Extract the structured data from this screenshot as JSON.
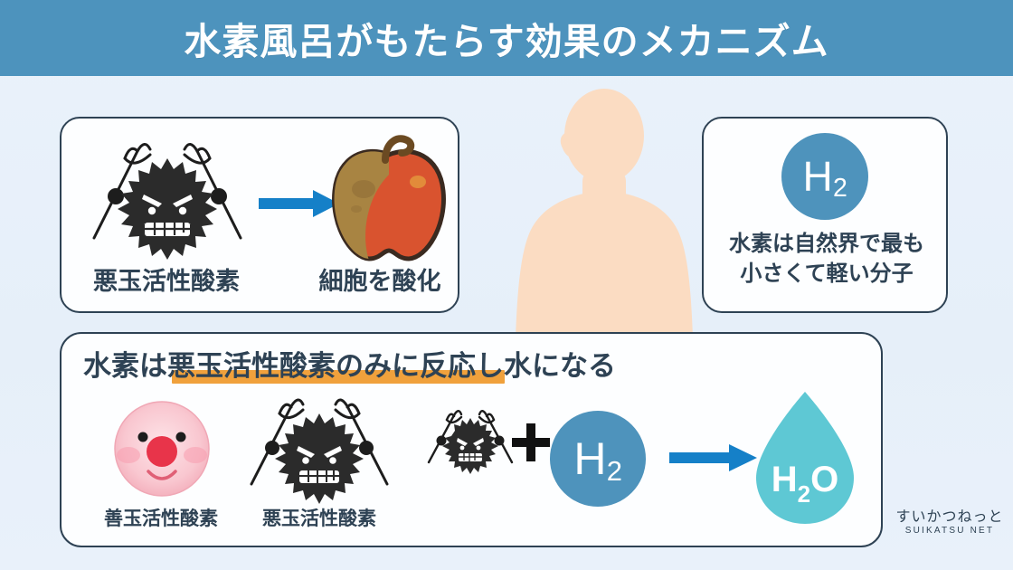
{
  "header": {
    "title": "水素風呂がもたらす効果のメカニズム",
    "bg_color": "#4d93bd",
    "text_color": "#ffffff"
  },
  "background": {
    "color": "#e8f1fb",
    "silhouette_color": "#fbdcc2"
  },
  "cards": {
    "top_left": {
      "villain_label": "悪玉活性酸素",
      "result_label": "細胞を酸化",
      "arrow": "arrow-right",
      "arrow_color": "#1580c8"
    },
    "top_right": {
      "badge_symbol": "H",
      "badge_subscript": "2",
      "badge_color": "#4e93bc",
      "line1": "水素は自然界で最も",
      "line2": "小さくて軽い分子"
    },
    "bottom": {
      "heading": "水素は悪玉活性酸素のみに反応し水になる",
      "highlight_color": "#f0a13c",
      "good_label": "善玉活性酸素",
      "bad_label": "悪玉活性酸素",
      "plus_symbol": "+",
      "h2_symbol": "H",
      "h2_subscript": "2",
      "h2_color": "#4e93bc",
      "arrow": "arrow-right",
      "arrow_color": "#1580c8",
      "droplet_symbol": "H",
      "droplet_subscript": "2",
      "droplet_suffix": "O",
      "droplet_color": "#5ec8d4"
    }
  },
  "watermark": {
    "japanese": "すいかつねっと",
    "english": "SUIKATSU NET"
  },
  "colors": {
    "text_dark": "#2e4254",
    "card_border": "#2e4254",
    "card_bg": "#fdfeff",
    "apple_fresh": "#d9532f",
    "apple_rotten": "#a88442",
    "villain_body": "#2b2b2b",
    "good_cell": "#f9c3cd",
    "good_cell_nose": "#e8344a"
  }
}
